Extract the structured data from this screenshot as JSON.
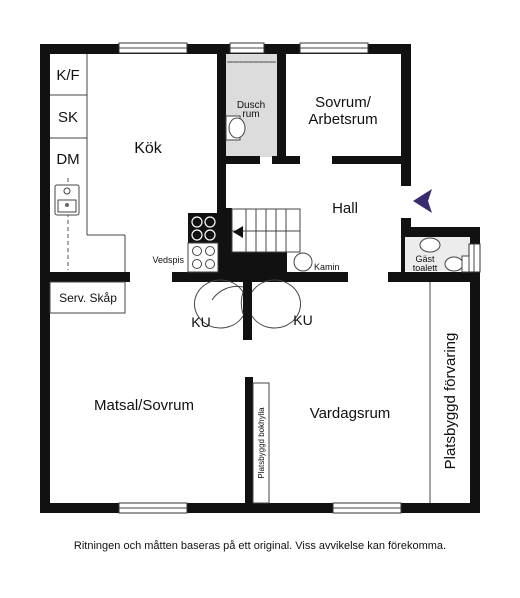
{
  "rooms": {
    "kf": "K/F",
    "sk": "SK",
    "dm": "DM",
    "kok": "Kök",
    "dusch_line1": "Dusch",
    "dusch_line2": "rum",
    "sovrum_line1": "Sovrum/",
    "sovrum_line2": "Arbetsrum",
    "hall": "Hall",
    "vedspis": "Vedspis",
    "kamin": "Kamin",
    "gast_line1": "Gäst",
    "gast_line2": "toalett",
    "serv_skap": "Serv. Skåp",
    "ku_left": "KU",
    "ku_right": "KU",
    "matsal": "Matsal/Sovrum",
    "vardagsrum": "Vardagsrum",
    "bokhylla": "Platsbyggd bokhylla",
    "forvaring": "Platsbyggd förvaring"
  },
  "footnote": "Ritningen och måtten baseras på ett original. Viss avvikelse kan förekomma.",
  "colors": {
    "wall": "#111111",
    "shower_floor": "#dcdcdc",
    "entrance_arrow": "#3a2a6e"
  }
}
